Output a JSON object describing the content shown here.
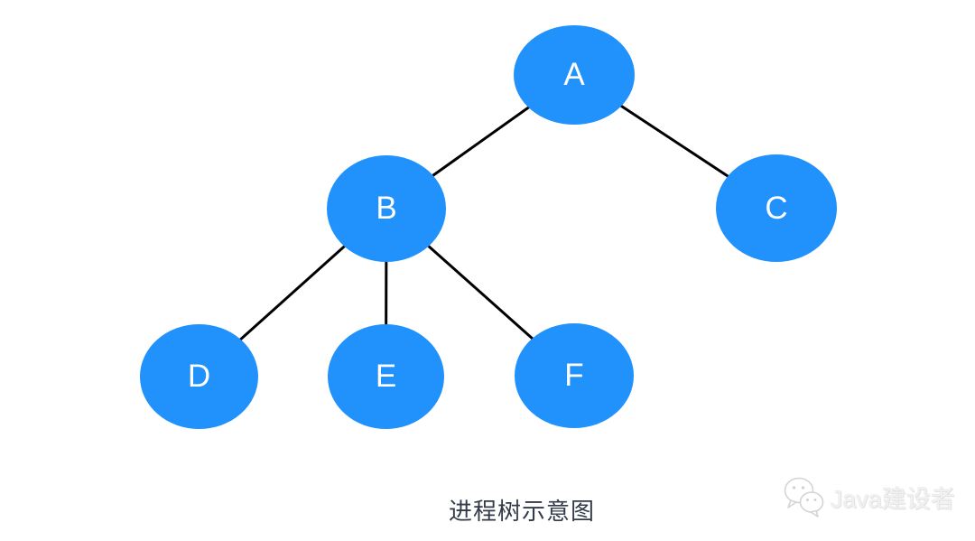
{
  "diagram": {
    "caption": "进程树示意图",
    "node_color": "#2191fb",
    "node_label_color": "#ffffff",
    "edge_color": "#000000",
    "nodes": [
      {
        "id": "A",
        "label": "A"
      },
      {
        "id": "B",
        "label": "B"
      },
      {
        "id": "C",
        "label": "C"
      },
      {
        "id": "D",
        "label": "D"
      },
      {
        "id": "E",
        "label": "E"
      },
      {
        "id": "F",
        "label": "F"
      }
    ],
    "edges": [
      [
        "A",
        "B"
      ],
      [
        "A",
        "C"
      ],
      [
        "B",
        "D"
      ],
      [
        "B",
        "E"
      ],
      [
        "B",
        "F"
      ]
    ]
  },
  "watermark": {
    "brand": "Java建设者",
    "icon": "wechat-icon"
  }
}
